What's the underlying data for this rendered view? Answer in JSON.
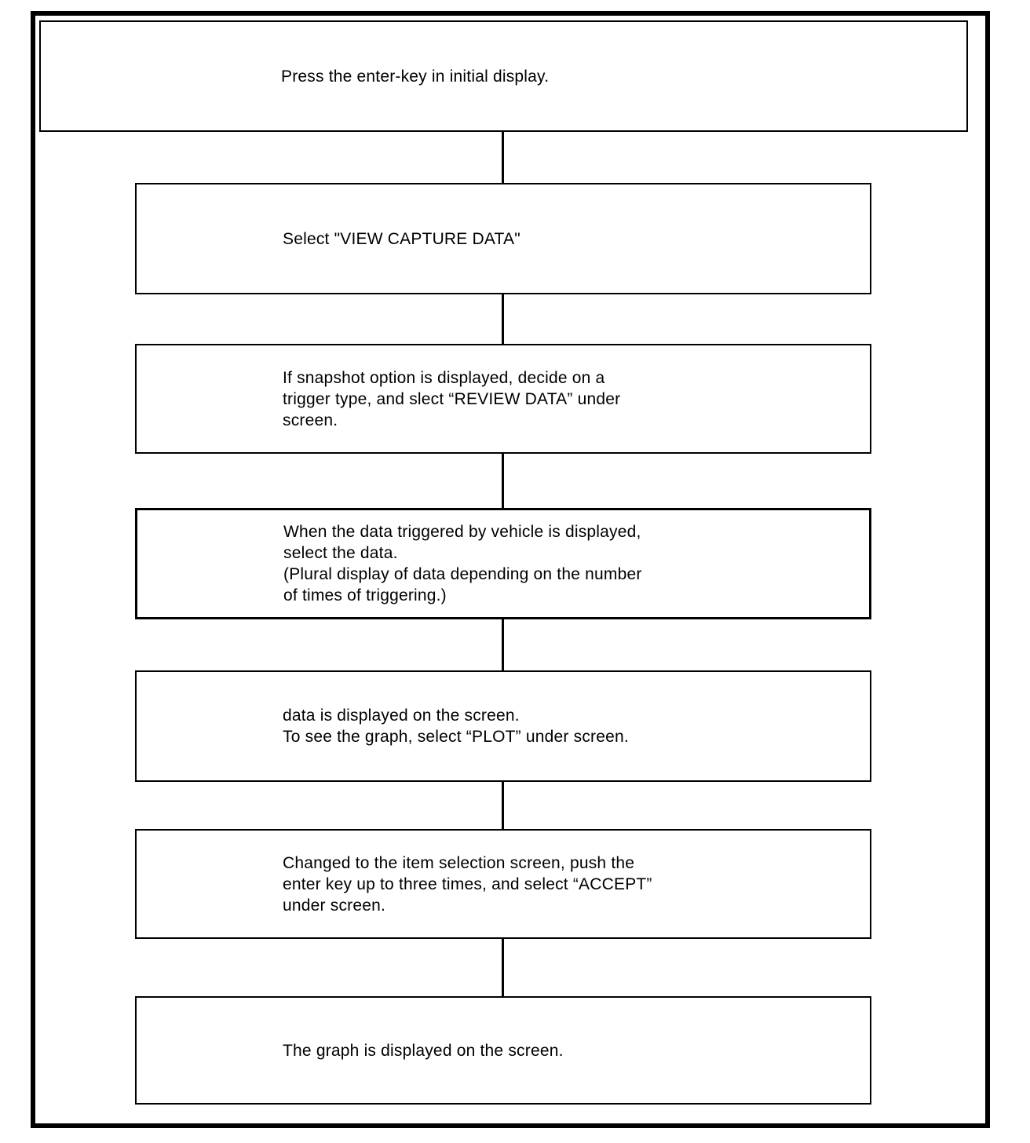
{
  "page": {
    "background_color": "#ffffff",
    "line_color": "#000000",
    "description": "Flowchart of procedure to view captured data and display graph"
  },
  "flowchart": {
    "steps": [
      {
        "id": "step-1",
        "text": "Press the enter-key in initial display."
      },
      {
        "id": "step-2",
        "text": "Select \"VIEW CAPTURE DATA\""
      },
      {
        "id": "step-3",
        "text": "If snapshot option is displayed, decide on a\ntrigger type, and slect “REVIEW DATA” under\nscreen."
      },
      {
        "id": "step-4",
        "text": "When the data triggered by vehicle is displayed,\nselect the data.\n(Plural display of data depending on the number\nof times of triggering.)"
      },
      {
        "id": "step-5",
        "text": "data is displayed on the screen.\nTo see the graph, select “PLOT” under screen."
      },
      {
        "id": "step-6",
        "text": "Changed to the item selection screen, push the\nenter key up to three times, and select “ACCEPT”\nunder screen."
      },
      {
        "id": "step-7",
        "text": "The graph is displayed on the screen."
      }
    ]
  }
}
